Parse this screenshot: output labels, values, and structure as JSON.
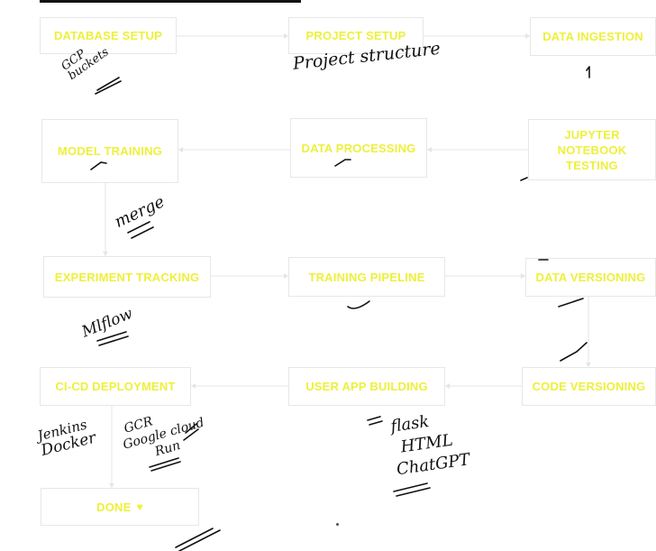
{
  "colors": {
    "node_text": "#eef03a",
    "node_border": "#e7e7e7",
    "connector": "#e5e5e5",
    "ink": "#111111"
  },
  "nodes": {
    "database_setup": "DATABASE SETUP",
    "project_setup": "PROJECT SETUP",
    "data_ingestion": "DATA INGESTION",
    "model_training": "MODEL TRAINING",
    "data_processing": "DATA PROCESSING",
    "jupyter_testing": "JUPYTER NOTEBOOK TESTING",
    "experiment_tracking": "EXPERIMENT TRACKING",
    "training_pipeline": "TRAINING PIPELINE",
    "data_versioning": "DATA VERSIONING",
    "cicd_deployment": "CI-CD DEPLOYMENT",
    "user_app_building": "USER APP BUILDING",
    "code_versioning": "CODE VERSIONING",
    "done": "DONE",
    "done_icon": "heart-icon"
  },
  "handwriting": {
    "gcp_buckets": [
      "GCP",
      "buckets"
    ],
    "project_structure": "Project structure",
    "merge": "merge",
    "mlflow": "Mlflow",
    "jenkins_docker": [
      "Jenkins",
      "Docker"
    ],
    "gcr_cloud_run": [
      "GCR",
      "Google cloud",
      "Run"
    ],
    "flask_html_chatgpt": [
      "flask",
      "HTML",
      "ChatGPT"
    ]
  }
}
